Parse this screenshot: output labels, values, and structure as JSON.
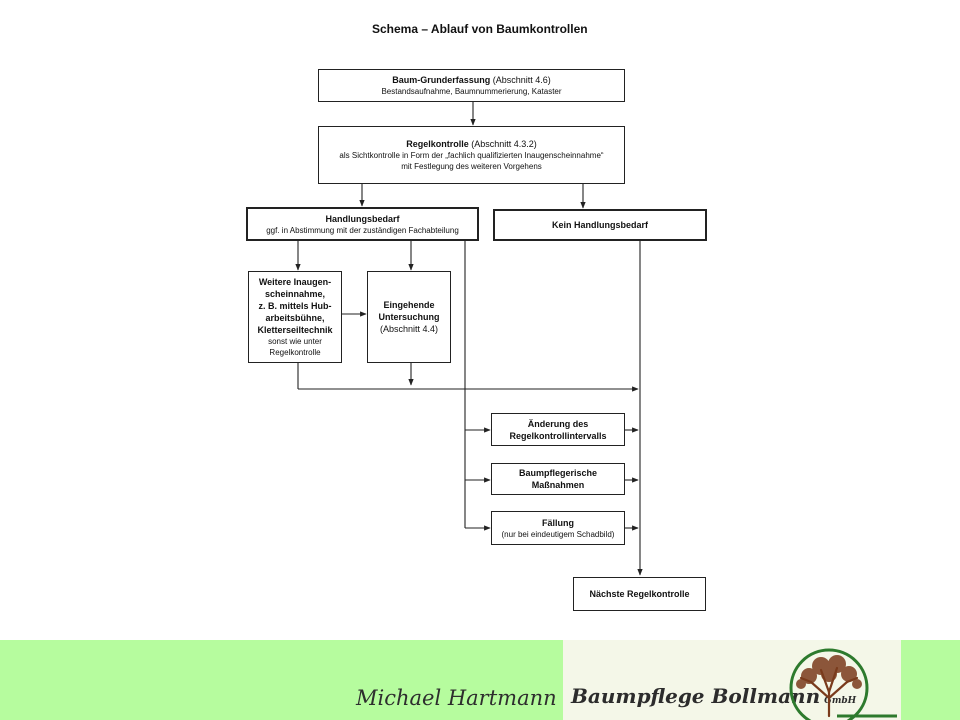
{
  "title": "Schema – Ablauf von Baumkontrollen",
  "boxes": {
    "grunderfassung": {
      "title": "Baum-Grunderfassung",
      "ref": " (Abschnitt 4.6)",
      "desc": "Bestandsaufnahme, Baumnummerierung, Kataster"
    },
    "regelkontrolle": {
      "title": "Regelkontrolle",
      "ref": " (Abschnitt 4.3.2)",
      "desc1": "als Sichtkontrolle in Form der „fachlich qualifizierten Inaugenscheinnahme“",
      "desc2": "mit Festlegung des weiteren Vorgehens"
    },
    "handlungsbedarf": {
      "title": "Handlungsbedarf",
      "desc": "ggf. in Abstimmung mit der zuständigen Fachabteilung"
    },
    "kein_handlungsbedarf": {
      "title": "Kein Handlungsbedarf"
    },
    "weitere": {
      "l1": "Weitere Inaugen-",
      "l2": "scheinnahme,",
      "l3": "z. B. mittels Hub-",
      "l4": "arbeitsbühne,",
      "l5": "Kletterseiltechnik",
      "s1": "sonst wie unter",
      "s2": "Regelkontrolle"
    },
    "eingehende": {
      "l1": "Eingehende",
      "l2": "Untersuchung",
      "ref": "(Abschnitt 4.4)"
    },
    "aenderung": {
      "l1": "Änderung des",
      "l2": "Regelkontrollintervalls"
    },
    "baumpflege": {
      "l1": "Baumpflegerische",
      "l2": "Maßnahmen"
    },
    "faellung": {
      "title": "Fällung",
      "desc": "(nur bei eindeutigem Schadbild)"
    },
    "naechste": {
      "title": "Nächste Regelkontrolle"
    }
  },
  "footer": {
    "author": "Michael Hartmann",
    "company": "Baumpflege Bollmann",
    "company_suffix": "GmbH",
    "logo_icon": "tree-logo-icon",
    "colors": {
      "footer_bg": "#b6fc9e",
      "logo_ring": "#2d7a2d",
      "tree": "#7a3b1c"
    }
  }
}
